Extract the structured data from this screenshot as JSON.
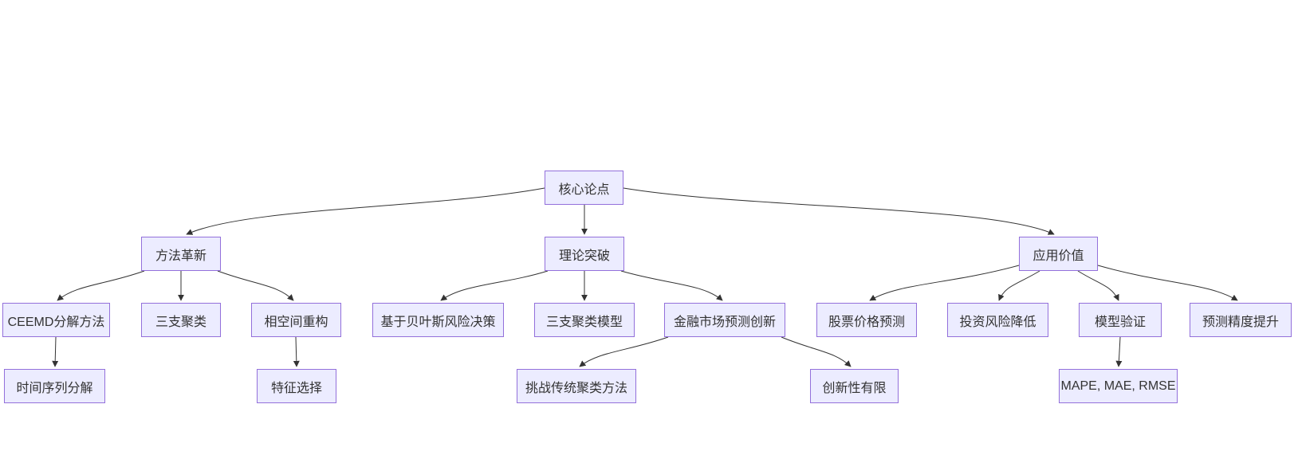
{
  "diagram": {
    "type": "flowchart-top-down",
    "colors": {
      "background": "#ffffff",
      "node_fill": "#ECECFF",
      "node_border": "#9370DB",
      "node_text": "#333333",
      "edge": "#333333"
    },
    "nodes": [
      {
        "id": "core-thesis",
        "label": "核心论点",
        "level": 1
      },
      {
        "id": "method-innovation",
        "label": "方法革新",
        "level": 2
      },
      {
        "id": "theory-breakthrough",
        "label": "理论突破",
        "level": 2
      },
      {
        "id": "application-value",
        "label": "应用价值",
        "level": 2
      },
      {
        "id": "ceemd-decomposition",
        "label": "CEEMD分解方法",
        "level": 3
      },
      {
        "id": "three-way-clustering",
        "label": "三支聚类",
        "level": 3
      },
      {
        "id": "phase-space-reconstruction",
        "label": "相空间重构",
        "level": 3
      },
      {
        "id": "bayesian-risk-decision",
        "label": "基于贝叶斯风险决策",
        "level": 3
      },
      {
        "id": "three-way-clustering-model",
        "label": "三支聚类模型",
        "level": 3
      },
      {
        "id": "financial-market-forecast-innovation",
        "label": "金融市场预测创新",
        "level": 3
      },
      {
        "id": "stock-price-prediction",
        "label": "股票价格预测",
        "level": 3
      },
      {
        "id": "investment-risk-reduction",
        "label": "投资风险降低",
        "level": 3
      },
      {
        "id": "model-validation",
        "label": "模型验证",
        "level": 3
      },
      {
        "id": "forecast-precision-improvement",
        "label": "预测精度提升",
        "level": 3
      },
      {
        "id": "time-series-decomposition",
        "label": "时间序列分解",
        "level": 4
      },
      {
        "id": "feature-selection",
        "label": "特征选择",
        "level": 4
      },
      {
        "id": "challenge-traditional-clustering",
        "label": "挑战传统聚类方法",
        "level": 4
      },
      {
        "id": "limited-innovation",
        "label": "创新性有限",
        "level": 4
      },
      {
        "id": "evaluation-metrics",
        "label": "MAPE, MAE, RMSE",
        "level": 4
      }
    ],
    "edges": [
      {
        "from": "核心论点",
        "to": "方法革新"
      },
      {
        "from": "核心论点",
        "to": "理论突破"
      },
      {
        "from": "核心论点",
        "to": "应用价值"
      },
      {
        "from": "方法革新",
        "to": "CEEMD分解方法"
      },
      {
        "from": "方法革新",
        "to": "三支聚类"
      },
      {
        "from": "方法革新",
        "to": "相空间重构"
      },
      {
        "from": "理论突破",
        "to": "基于贝叶斯风险决策"
      },
      {
        "from": "理论突破",
        "to": "三支聚类模型"
      },
      {
        "from": "理论突破",
        "to": "金融市场预测创新"
      },
      {
        "from": "应用价值",
        "to": "股票价格预测"
      },
      {
        "from": "应用价值",
        "to": "投资风险降低"
      },
      {
        "from": "应用价值",
        "to": "模型验证"
      },
      {
        "from": "应用价值",
        "to": "预测精度提升"
      },
      {
        "from": "CEEMD分解方法",
        "to": "时间序列分解"
      },
      {
        "from": "相空间重构",
        "to": "特征选择"
      },
      {
        "from": "金融市场预测创新",
        "to": "挑战传统聚类方法"
      },
      {
        "from": "金融市场预测创新",
        "to": "创新性有限"
      },
      {
        "from": "模型验证",
        "to": "MAPE, MAE, RMSE"
      }
    ]
  }
}
